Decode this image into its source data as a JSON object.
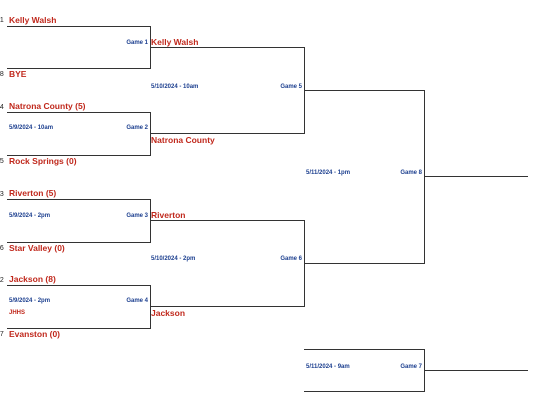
{
  "round1": {
    "seeds": [
      "#1",
      "#8",
      "#4",
      "#5",
      "#3",
      "#6",
      "#2",
      "#7"
    ],
    "teams": [
      "Kelly Walsh",
      "BYE",
      "Natrona County (5)",
      "Rock Springs (0)",
      "Riverton (5)",
      "Star Valley (0)",
      "Jackson (8)",
      "Evanston (0)"
    ],
    "games": [
      "Game 1",
      "Game 2",
      "Game 3",
      "Game 4"
    ],
    "dates": [
      "",
      "5/9/2024 - 10am",
      "5/9/2024 - 2pm",
      "5/9/2024 - 2pm"
    ],
    "note": "JHHS"
  },
  "round2": {
    "advancers": [
      "Kelly Walsh",
      "Natrona County",
      "Riverton",
      "Jackson"
    ],
    "games": [
      "Game 5",
      "Game 6"
    ],
    "dates": [
      "5/10/2024 - 10am",
      "5/10/2024 - 2pm"
    ]
  },
  "final": {
    "game": "Game 8",
    "date": "5/11/2024 - 1pm"
  },
  "consolation": {
    "game": "Game 7",
    "date": "5/11/2024 - 9am"
  },
  "colors": {
    "team": "#c0281c",
    "game_label": "#1c3f8f",
    "line": "#333333"
  }
}
